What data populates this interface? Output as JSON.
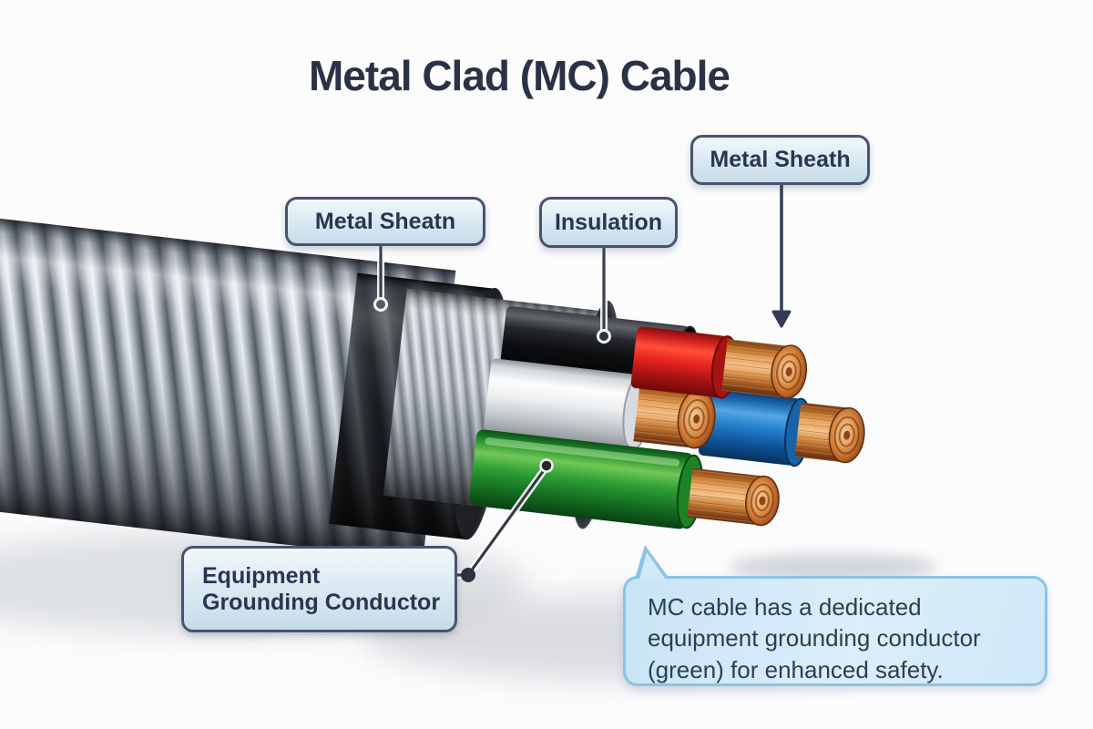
{
  "title": "Metal Clad (MC) Cable",
  "theme": {
    "background": "#fcfcfd",
    "title_color": "#2b3247",
    "label_fill": "#dcebf3",
    "label_border": "#46546f",
    "label_text": "#2b3550",
    "callout_fill": "#cfe8f8",
    "callout_border": "#8cc3e4",
    "callout_text": "#2c3e56",
    "leader_line": "#3a4150"
  },
  "labels": [
    {
      "id": "metal-sheath-left",
      "text": "Metal Sheatn",
      "target": "black jacket band on armored sheath"
    },
    {
      "id": "insulation",
      "text": "Insulation",
      "target": "black conductor insulation"
    },
    {
      "id": "metal-sheath-right",
      "text": "Metal Sheath",
      "target": "exposed conductor area"
    },
    {
      "id": "equipment-grounding-conductor",
      "text": "Equipment Grounding Conductor",
      "target": "green conductor"
    }
  ],
  "callout": {
    "text": "MC cable has a dedicated equipment grounding conductor (green) for enhanced safety.",
    "lines": [
      "MC cable has a dedicated",
      "equipment grounding conductor",
      "(green) for enhanced safety."
    ]
  },
  "illustration": {
    "description": "3D cutaway of a metal clad cable showing spiral metal armor, inner jacket and five conductors with exposed copper strands",
    "armor_color": "#c3c9d0",
    "inner_jacket_color": "#1b1d20",
    "conductors": [
      {
        "name": "hot-black",
        "color": "#141518"
      },
      {
        "name": "hot-red",
        "color": "#e02420"
      },
      {
        "name": "neutral-white",
        "color": "#eceef0"
      },
      {
        "name": "hot-blue",
        "color": "#2280cb"
      },
      {
        "name": "ground-green",
        "color": "#2f9e35"
      }
    ],
    "copper_color": "#c8742f"
  }
}
